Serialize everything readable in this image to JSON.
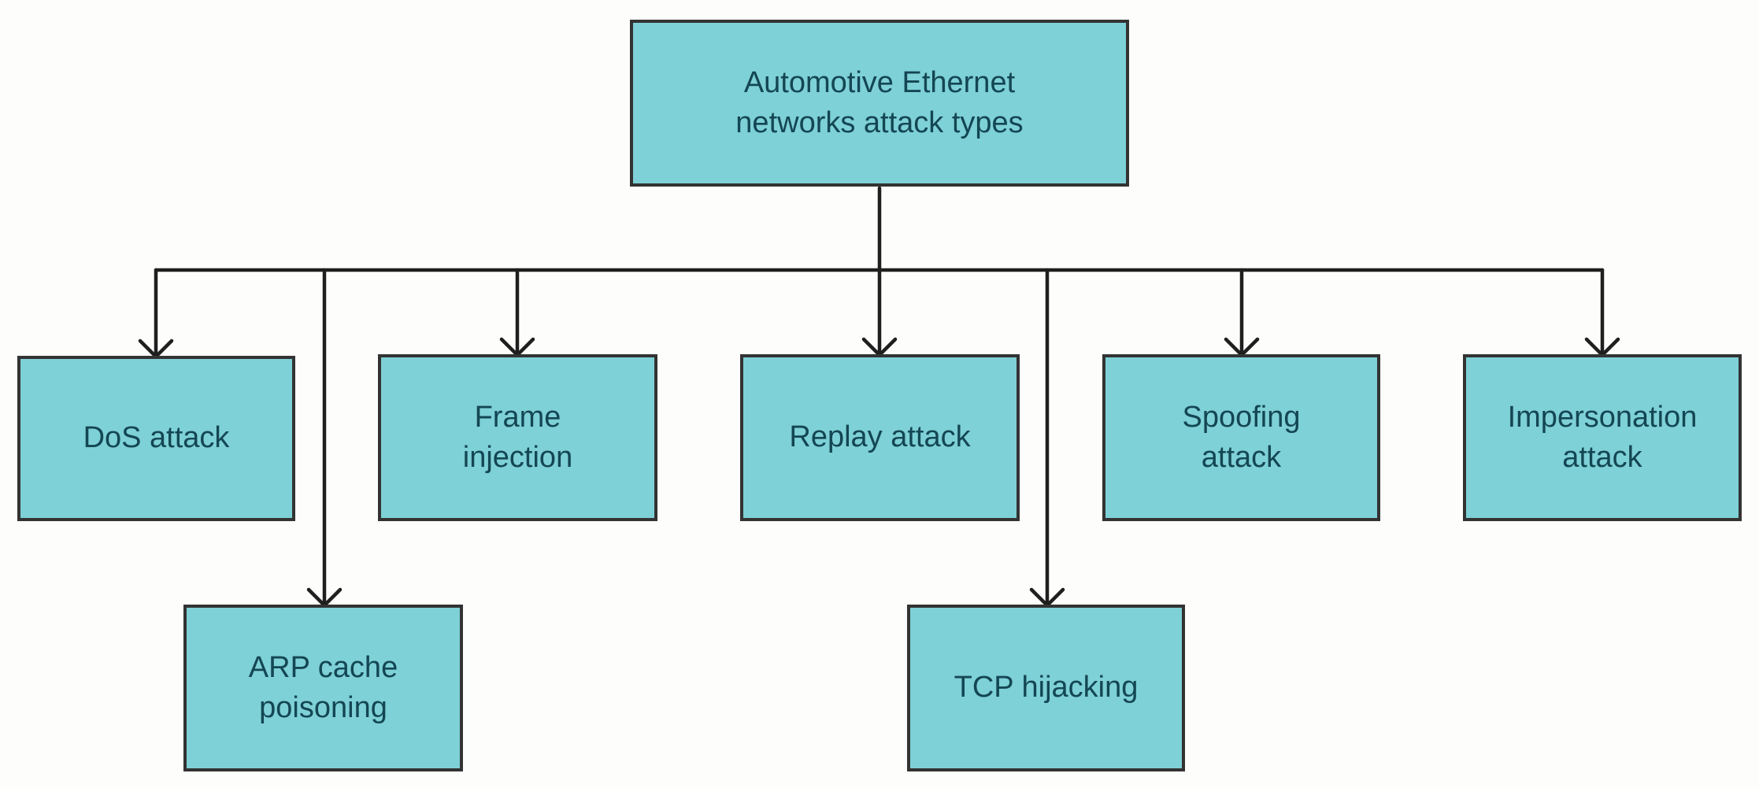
{
  "diagram": {
    "type": "tree",
    "background": "#fdfdfb",
    "node_fill": "#7ed1d6",
    "node_border": "#333333",
    "node_text_color": "#144653",
    "connector_color": "#1f1f1f"
  },
  "nodes": {
    "root": {
      "label": "Automotive Ethernet\nnetworks attack types"
    },
    "dos": {
      "label": "DoS attack"
    },
    "frame": {
      "label": "Frame\ninjection"
    },
    "replay": {
      "label": "Replay attack"
    },
    "spoofing": {
      "label": "Spoofing\nattack"
    },
    "impersonation": {
      "label": "Impersonation\nattack"
    },
    "arp": {
      "label": "ARP cache\npoisoning"
    },
    "tcp": {
      "label": "TCP hijacking"
    }
  },
  "edges": [
    {
      "from": "root",
      "to": "dos"
    },
    {
      "from": "root",
      "to": "frame"
    },
    {
      "from": "root",
      "to": "replay"
    },
    {
      "from": "root",
      "to": "spoofing"
    },
    {
      "from": "root",
      "to": "impersonation"
    },
    {
      "from": "root",
      "to": "arp"
    },
    {
      "from": "root",
      "to": "tcp"
    }
  ]
}
